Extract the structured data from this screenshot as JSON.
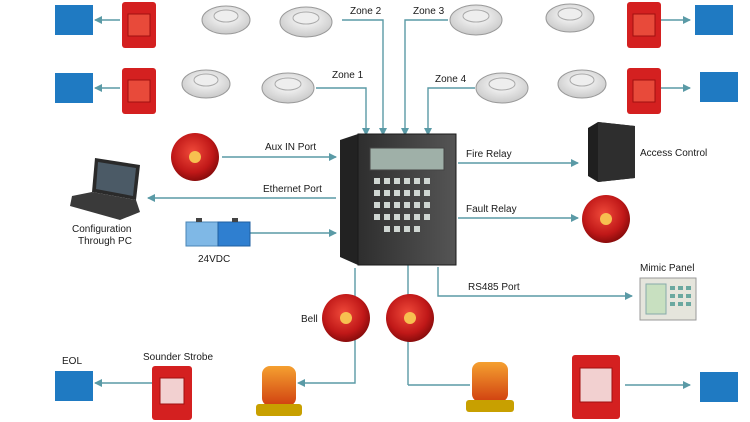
{
  "labels": {
    "zone1": "Zone 1",
    "zone2": "Zone 2",
    "zone3": "Zone 3",
    "zone4": "Zone 4",
    "aux_in": "Aux IN Port",
    "ethernet": "Ethernet Port",
    "fire_relay": "Fire Relay",
    "access_control": "Access Control",
    "fault_relay": "Fault Relay",
    "config_pc_line1": "Configuration",
    "config_pc_line2": "Through PC",
    "battery": "24VDC",
    "rs485": "RS485 Port",
    "mimic_panel": "Mimic Panel",
    "bell": "Bell",
    "sounder_strobe": "Sounder Strobe",
    "eol": "EOL"
  },
  "colors": {
    "connector": "#5a9aa6",
    "eol_box": "#1f7ac2",
    "red_device": "#d42020",
    "panel": "#3a3a3a",
    "amber_strobe": "#e05a10"
  },
  "icons": [
    "smoke-detector-icon",
    "manual-call-point-icon",
    "bell-icon",
    "strobe-beacon-icon",
    "laptop-icon",
    "battery-icon",
    "control-panel-icon",
    "access-control-icon",
    "mimic-panel-icon"
  ]
}
